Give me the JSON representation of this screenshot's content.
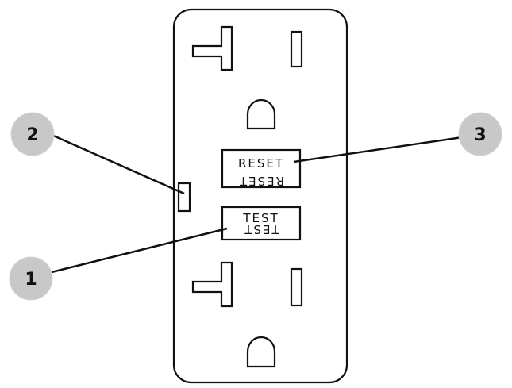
{
  "diagram": {
    "type": "gfci-receptacle",
    "buttons": {
      "reset_label": "RESET",
      "test_label": "TEST"
    },
    "callouts": [
      {
        "number": "1",
        "refers_to": "test-button"
      },
      {
        "number": "2",
        "refers_to": "indicator-light"
      },
      {
        "number": "3",
        "refers_to": "reset-button"
      }
    ],
    "colors": {
      "line": "#111111",
      "callout_fill": "#c8c8c8",
      "background": "#ffffff"
    }
  }
}
